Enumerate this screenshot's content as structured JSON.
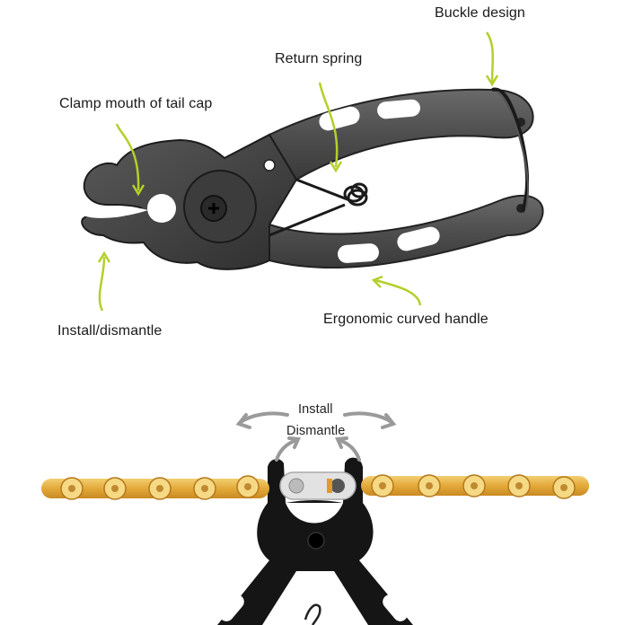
{
  "colors": {
    "background": "#ffffff",
    "callout_arrow": "#b5cf2a",
    "tool_metal": "#4a4a4a",
    "tool_metal_dark": "#1e1e1e",
    "tool_black": "#151515",
    "chain_gold": "#e3a93a",
    "chain_gold_light": "#f3cf72",
    "quick_link_silver": "#d8d8d8",
    "motion_arrow": "#9a9a9a"
  },
  "top_figure": {
    "callouts": [
      {
        "id": "buckle",
        "label": "Buckle design"
      },
      {
        "id": "spring",
        "label": "Return spring"
      },
      {
        "id": "clamp",
        "label": "Clamp mouth of tail cap"
      },
      {
        "id": "install",
        "label": "Install/dismantle"
      },
      {
        "id": "handle",
        "label": "Ergonomic curved handle"
      }
    ]
  },
  "bottom_figure": {
    "motion_labels": {
      "install": "Install",
      "dismantle": "Dismantle"
    }
  }
}
